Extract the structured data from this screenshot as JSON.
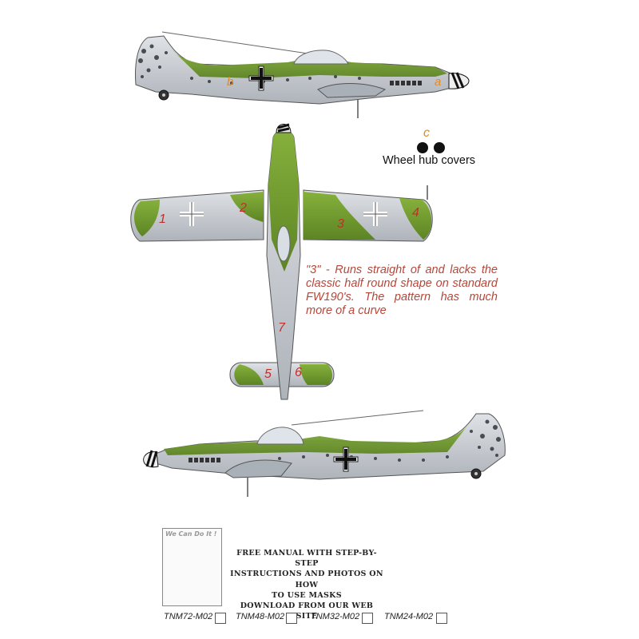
{
  "labels": {
    "side_top_a": "a",
    "side_top_b": "b",
    "wheel_c": "c",
    "wheel_caption": "Wheel hub covers",
    "n1": "1",
    "n2": "2",
    "n3": "3",
    "n4": "4",
    "n5": "5",
    "n6": "6",
    "n7": "7"
  },
  "note": "\"3\" - Runs straight of and lacks the classic half round shape on standard FW190's. The pattern has much more of a curve",
  "poster": {
    "text": "We Can Do It !"
  },
  "manual": {
    "line1": "FREE MANUAL WITH STEP-BY-STEP",
    "line2": "INSTRUCTIONS AND PHOTOS ON HOW",
    "line3": "TO USE MASKS",
    "line4": "DOWNLOAD FROM OUR WEB SITE"
  },
  "codes": [
    "TNM72-M02",
    "TNM48-M02",
    "TNM32-M02",
    "TNM24-M02"
  ],
  "colors": {
    "green": "#6f9a2e",
    "grey": "#c5c9cf",
    "label_red": "#c0302a",
    "label_orange": "#e08a2a"
  }
}
